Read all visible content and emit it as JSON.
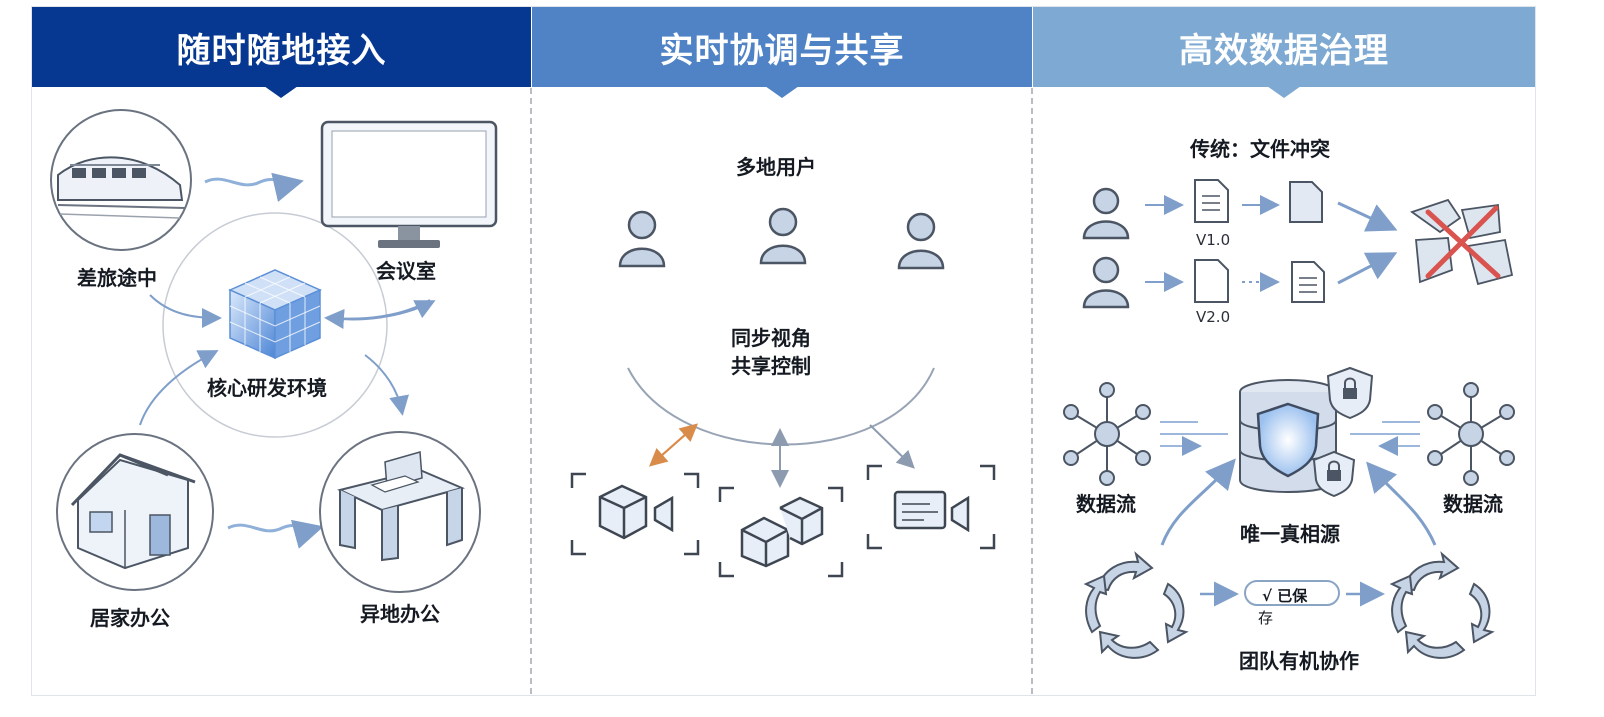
{
  "panels": [
    {
      "title": "随时随地接入",
      "center_label": "核心研发环境",
      "nodes": [
        "差旅途中",
        "会议室",
        "居家办公",
        "异地办公"
      ]
    },
    {
      "title": "实时协调与共享",
      "top_label": "多地用户",
      "center_line1": "同步视角",
      "center_line2": "共享控制"
    },
    {
      "title": "高效数据治理",
      "conflict_title": "传统：文件冲突",
      "version_1": "V1.0",
      "version_2": "V2.0",
      "flow_left": "数据流",
      "flow_right": "数据流",
      "source_label": "唯一真相源",
      "saved_line1": "√ 已保",
      "saved_line2": "存",
      "team_label": "团队有机协作"
    }
  ],
  "colors": {
    "header_1": "#073891",
    "header_2": "#4f83c6",
    "header_3": "#7ea9d2",
    "accent_arrow": "#7f9fca",
    "conflict_x": "#d9534f",
    "orange_arrow": "#d98b4a"
  },
  "icons": [
    "train-icon",
    "monitor-icon",
    "cube-icon",
    "house-icon",
    "desk-icon",
    "user-icon",
    "camera-icon",
    "document-icon",
    "broken-file-icon",
    "network-icon",
    "database-shield-icon",
    "lock-icon",
    "cycle-icon"
  ]
}
